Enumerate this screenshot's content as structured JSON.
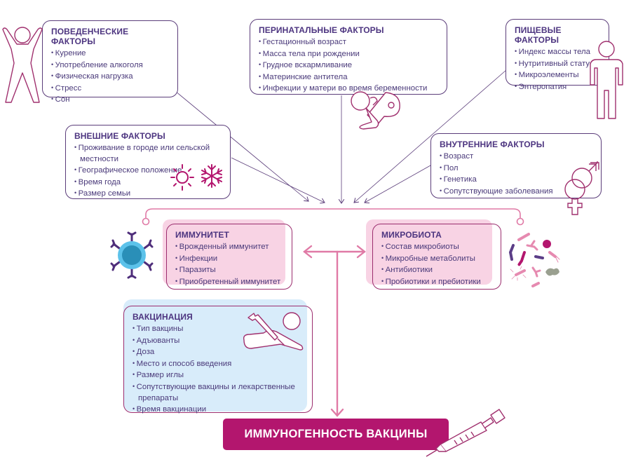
{
  "diagram": {
    "title": "Факторы, влияющие на иммуногенность вакцины",
    "colors": {
      "box_border": "#5b3d7a",
      "text": "#4a3a7a",
      "accent_magenta": "#b3166e",
      "arrow_pink": "#e07aa6",
      "pink_fill": "#f8d3e4",
      "blue_fill": "#d8ecfa",
      "icon_outline": "#a0306e"
    },
    "boxes": {
      "behavioral": {
        "title": "ПОВЕДЕНЧЕСКИЕ ФАКТОРЫ",
        "items": [
          "Курение",
          "Употребление алкоголя",
          "Физическая нагрузка",
          "Стресс",
          "Сон"
        ],
        "icon": "person-arms-up-icon"
      },
      "perinatal": {
        "title": "ПЕРИНАТАЛЬНЫЕ ФАКТОРЫ",
        "items": [
          "Гестационный возраст",
          "Масса тела при рождении",
          "Грудное вскармливание",
          "Материнские антитела",
          "Инфекции у матери во время беременности"
        ],
        "icon": "infant-icon"
      },
      "nutritional": {
        "title": "ПИЩЕВЫЕ ФАКТОРЫ",
        "items": [
          "Индекс массы тела",
          "Нутритивный статус",
          "Микроэлементы",
          "Энтеропатия"
        ],
        "icon": "person-standing-icon"
      },
      "external": {
        "title": "ВНЕШНИЕ ФАКТОРЫ",
        "items": [
          "Проживание в городе или сельской местности",
          "Географическое положение",
          "Время года",
          "Размер семьи"
        ],
        "icons": [
          "sun-icon",
          "snowflake-icon"
        ]
      },
      "internal": {
        "title": "ВНУТРЕННИЕ ФАКТОРЫ",
        "items": [
          "Возраст",
          "Пол",
          "Генетика",
          "Сопутствующие заболевания"
        ],
        "icon": "gender-symbols-icon"
      },
      "immunity": {
        "title": "ИММУНИТЕТ",
        "items": [
          "Врожденный иммунитет",
          "Инфекции",
          "Паразиты",
          "Приобретенный иммунитет"
        ],
        "icon": "immune-cell-icon"
      },
      "microbiota": {
        "title": "МИКРОБИОТА",
        "items": [
          "Состав микробиоты",
          "Микробные метаболиты",
          "Антибиотики",
          "Пробиотики и пребиотики"
        ],
        "icon": "bacteria-icon"
      },
      "vaccination": {
        "title": "ВАКЦИНАЦИЯ",
        "items": [
          "Тип вакцины",
          "Адъюванты",
          "Доза",
          "Место и способ введения",
          "Размер иглы",
          "Сопутствующие вакцины и лекарственные препараты",
          "Время вакцинации"
        ],
        "icon": "injection-arm-icon"
      }
    },
    "result": {
      "label": "ИММУНОГЕННОСТЬ ВАКЦИНЫ",
      "icon": "syringe-icon"
    }
  }
}
